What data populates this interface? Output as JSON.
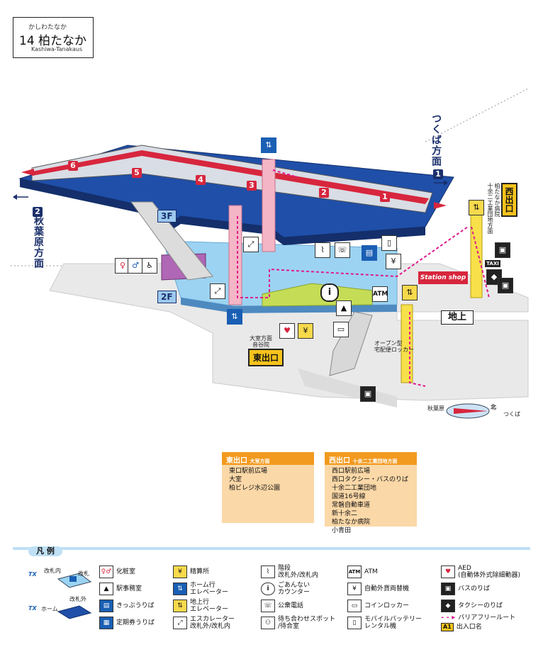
{
  "station": {
    "ruby": "かしわたなか",
    "name": "14 柏たなか",
    "romaji": "Kashiwa-Tanakaus"
  },
  "directions": {
    "tsukuba": "つくば方面",
    "tsukuba_num": "1",
    "akihabara": "秋葉原方面",
    "akihabara_num": "2"
  },
  "cars": [
    "6",
    "5",
    "4",
    "3",
    "2",
    "1"
  ],
  "floors": {
    "f3": "3F",
    "f2": "2F",
    "ground": "地上"
  },
  "exits": {
    "east": "東出口",
    "east_sub": "大室方面\n音谷院",
    "west": "西出口",
    "west_sub": "柏たなか病院\n十余二工業団地方面"
  },
  "shop": "Station shop",
  "locker_label": "オープン型\n宅配便ロッカー",
  "compass": {
    "west": "秋葉原",
    "north": "北",
    "east": "つくば"
  },
  "info": {
    "east_title": "東出口",
    "east_title_sub": "大室方面",
    "east_items": [
      "東口駅前広場",
      "大室",
      "柏ビレジ水辺公園"
    ],
    "west_title": "西出口",
    "west_title_sub": "十余二工業団地方面",
    "west_items": [
      "西口駅前広場",
      "西口タクシー・バスのりば",
      "十余二工業団地",
      "国道16号線",
      "常磐自動車道",
      "新十余二",
      "柏たなか病院",
      "小青田"
    ]
  },
  "legend": {
    "title": "凡 例",
    "gate_inside": "改札内",
    "gate": "改札",
    "gate_outside": "改札外",
    "home": "ホーム",
    "items": [
      {
        "icon": "toilet-icon",
        "label": "化粧室"
      },
      {
        "icon": "fare-adjust-icon",
        "label": "精算所"
      },
      {
        "icon": "stairs-icon",
        "label": "階段\n改札外/改札内"
      },
      {
        "icon": "atm-icon",
        "label": "ATM"
      },
      {
        "icon": "aed-icon",
        "label": "AED\n(自動体外式除細動器)"
      },
      {
        "icon": "staff-icon",
        "label": "駅事務室"
      },
      {
        "icon": "platform-elevator-icon",
        "label": "ホーム行\nエレベーター"
      },
      {
        "icon": "info-icon",
        "label": "ごあんない\nカウンター"
      },
      {
        "icon": "exchange-icon",
        "label": "自動外貨両替機"
      },
      {
        "icon": "bus-icon",
        "label": "バスのりば"
      },
      {
        "icon": "ticket-icon",
        "label": "きっぷうりば"
      },
      {
        "icon": "ground-elevator-icon",
        "label": "地上行\nエレベーター"
      },
      {
        "icon": "phone-icon",
        "label": "公衆電話"
      },
      {
        "icon": "locker-icon",
        "label": "コインロッカー"
      },
      {
        "icon": "taxi-icon",
        "label": "タクシーのりば"
      },
      {
        "icon": "pass-icon",
        "label": "定期券うりば"
      },
      {
        "icon": "escalator-icon",
        "label": "エスカレーター\n改札外/改札内"
      },
      {
        "icon": "waiting-icon",
        "label": "待ち合わせスポット\n/待合室"
      },
      {
        "icon": "battery-icon",
        "label": "モバイルバッテリー\nレンタル機"
      },
      {
        "icon": "barrier-free-icon",
        "label": "バリアフリールート"
      },
      {
        "icon": "exit-number-icon",
        "label": "出入口名"
      }
    ],
    "exit_badge": "A1",
    "atm_text": "ATM",
    "taxi_text": "TAXI"
  },
  "colors": {
    "platform": "#1f4fa8",
    "floor2": "#9cd3f2",
    "ground": "#e9e9e9",
    "train_red": "#d7263d",
    "accent_orange": "#f29a1f",
    "barrier_magenta": "#e0198c"
  }
}
